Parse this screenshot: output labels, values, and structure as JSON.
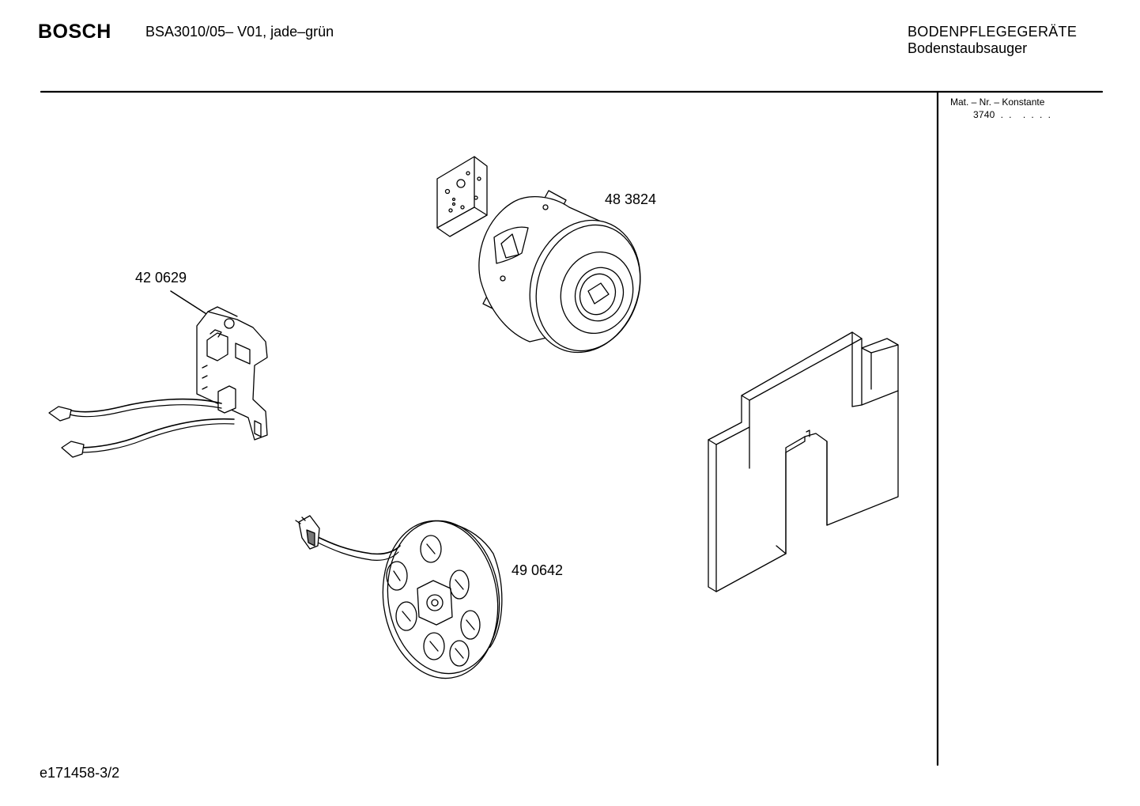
{
  "header": {
    "brand": "BOSCH",
    "model": "BSA3010/05– V01, jade–grün",
    "category": "BODENPFLEGEGERÄTE",
    "subcategory": "Bodenstaubsauger"
  },
  "sidebar": {
    "mat_label": "Mat. – Nr. – Konstante",
    "mat_value": "3740  .  .    .  .  .  ."
  },
  "parts": {
    "motor": "48 3824",
    "switch": "42 0629",
    "cord_reel": "49 0642"
  },
  "footer": {
    "doc_id": "e171458-3/2"
  }
}
